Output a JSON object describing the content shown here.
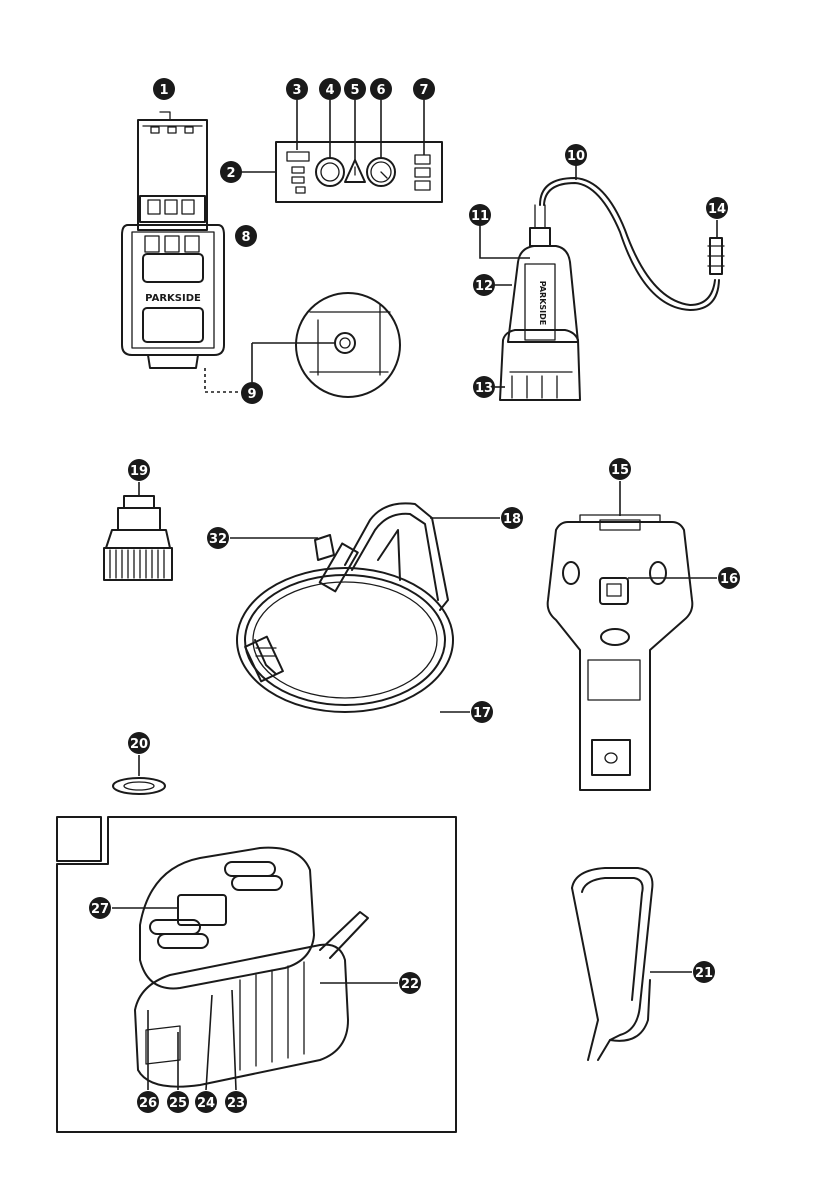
{
  "brand": "PARKSIDE",
  "figure_letter": "",
  "callouts": [
    "1",
    "2",
    "3",
    "4",
    "5",
    "6",
    "7",
    "8",
    "9",
    "10",
    "11",
    "12",
    "13",
    "14",
    "15",
    "16",
    "17",
    "18",
    "19",
    "20",
    "21",
    "22",
    "23",
    "24",
    "25",
    "26",
    "27",
    "32"
  ],
  "icons": {
    "warning": "warning-triangle-icon",
    "power": "power-button-icon",
    "gauge": "pressure-gauge-icon",
    "battery": "battery-level-icon"
  },
  "colors": {
    "line": "#1a1a1a",
    "badge_fill": "#1a1a1a",
    "badge_text": "#ffffff",
    "background": "#ffffff"
  }
}
